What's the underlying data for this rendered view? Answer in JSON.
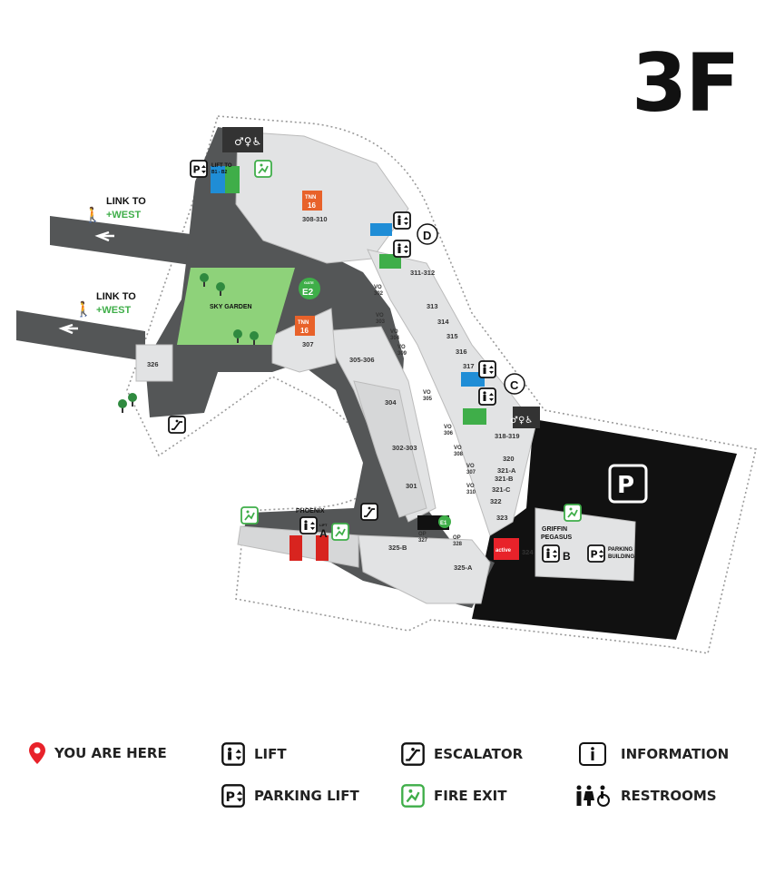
{
  "floor": "3F",
  "links": [
    {
      "label_top": "LINK TO",
      "label_bottom": "+WEST"
    },
    {
      "label_top": "LINK TO",
      "label_bottom": "+WEST"
    }
  ],
  "areas": {
    "sky_garden": "SKY GARDEN",
    "phoenix": "PHOENIX",
    "griffin": "GRIFFIN",
    "pegasus": "PEGASUS",
    "parking_building_1": "PARKING",
    "parking_building_2": "BUILDING",
    "parking_symbol": "P",
    "lift_to_1": "LIFT TO",
    "lift_to_2": "B1 - B2",
    "lift_word": "LIFT",
    "gate_word": "GATE",
    "gate": "E2",
    "exit_e1": "E1",
    "brand_tnn": "TNN",
    "brand_tnn_num": "16",
    "brand_active": "active"
  },
  "lifts": {
    "d": "D",
    "c": "C",
    "a": "A",
    "b": "B"
  },
  "units": {
    "u308_310": "308-310",
    "u311_312": "311-312",
    "u313": "313",
    "u314": "314",
    "u315": "315",
    "u316": "316",
    "u317": "317",
    "u318_319": "318-319",
    "u320": "320",
    "u321a": "321-A",
    "u321b": "321-B",
    "u321c": "321-C",
    "u322": "322",
    "u323": "323",
    "u324": "324",
    "u325a": "325-A",
    "u325b": "325-B",
    "u326": "326",
    "u307": "307",
    "u305_306": "305-306",
    "u304": "304",
    "u302_303": "302-303",
    "u301": "301",
    "vo302": "302",
    "vo303": "303",
    "vo304": "304",
    "vo309": "309",
    "vo305": "305",
    "vo306": "306",
    "vo308": "308",
    "vo307": "307",
    "vo310": "310",
    "op327": "327",
    "op328": "328",
    "vo": "VO",
    "op": "OP"
  },
  "legend": {
    "you_are_here": "YOU ARE HERE",
    "lift": "LIFT",
    "escalator": "ESCALATOR",
    "information": "INFORMATION",
    "parking_lift": "PARKING LIFT",
    "fire_exit": "FIRE EXIT",
    "restrooms": "RESTROOMS"
  },
  "colors": {
    "floor": "#e2e3e4",
    "walkway": "#545657",
    "parking": "#111111",
    "garden": "#8ed27a",
    "accent_green": "#3fae49",
    "tnn_orange": "#e8622a",
    "lift_blue": "#1f8dd6",
    "active_red": "#e8222a",
    "phoenix_red": "#d8241f"
  },
  "icons": [
    "location-pin-icon",
    "lift-icon",
    "escalator-icon",
    "information-icon",
    "parking-lift-icon",
    "fire-exit-icon",
    "restrooms-icon",
    "walking-person-icon",
    "arrow-left-icon",
    "tree-icon"
  ]
}
